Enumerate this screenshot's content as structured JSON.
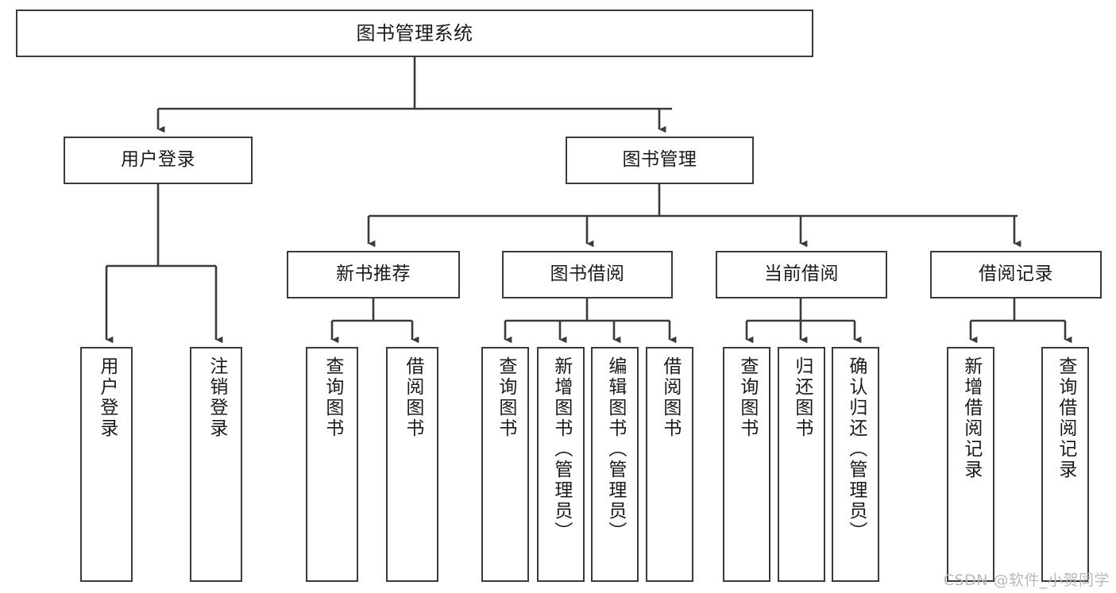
{
  "diagram": {
    "title": "图书管理系统",
    "type": "tree",
    "root": {
      "id": "root",
      "label": "图书管理系统"
    },
    "level1": [
      {
        "id": "user-login",
        "label": "用户登录"
      },
      {
        "id": "book-manage",
        "label": "图书管理"
      }
    ],
    "level2": [
      {
        "id": "new-book-recommend",
        "label": "新书推荐",
        "parent": "book-manage"
      },
      {
        "id": "book-borrow",
        "label": "图书借阅",
        "parent": "book-manage"
      },
      {
        "id": "current-borrow",
        "label": "当前借阅",
        "parent": "book-manage"
      },
      {
        "id": "borrow-record",
        "label": "借阅记录",
        "parent": "book-manage"
      }
    ],
    "leaves": [
      {
        "id": "leaf-user-login",
        "label": "用户登录",
        "parent": "user-login"
      },
      {
        "id": "leaf-logout-login",
        "label": "注销登录",
        "parent": "user-login"
      },
      {
        "id": "leaf-query-book-1",
        "label": "查询图书",
        "parent": "new-book-recommend"
      },
      {
        "id": "leaf-borrow-book-1",
        "label": "借阅图书",
        "parent": "new-book-recommend"
      },
      {
        "id": "leaf-query-book-2",
        "label": "查询图书",
        "parent": "book-borrow"
      },
      {
        "id": "leaf-add-book",
        "label": "新增图书（管理员）",
        "parent": "book-borrow"
      },
      {
        "id": "leaf-edit-book",
        "label": "编辑图书（管理员）",
        "parent": "book-borrow"
      },
      {
        "id": "leaf-borrow-book-2",
        "label": "借阅图书",
        "parent": "book-borrow"
      },
      {
        "id": "leaf-query-book-3",
        "label": "查询图书",
        "parent": "current-borrow"
      },
      {
        "id": "leaf-return-book",
        "label": "归还图书",
        "parent": "current-borrow"
      },
      {
        "id": "leaf-confirm-return",
        "label": "确认归还（管理员）",
        "parent": "current-borrow"
      },
      {
        "id": "leaf-add-record",
        "label": "新增借阅记录",
        "parent": "borrow-record"
      },
      {
        "id": "leaf-query-record",
        "label": "查询借阅记录",
        "parent": "borrow-record"
      }
    ]
  },
  "watermark": {
    "text": "CSDN @软件_小贺同学"
  },
  "colors": {
    "background": "#ffffff",
    "node_fill": "#ffffff",
    "node_border": "#3a3a3a",
    "edge": "#3a3a3a",
    "text": "#1a1a1a",
    "watermark": "#b9b9b9"
  }
}
